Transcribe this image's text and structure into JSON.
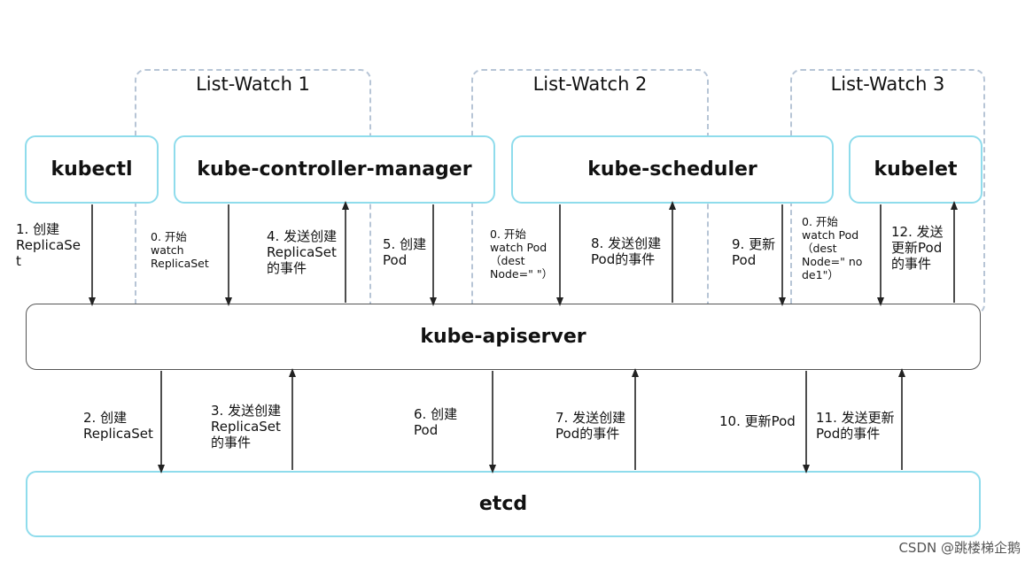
{
  "groups": [
    {
      "title": "List-Watch 1"
    },
    {
      "title": "List-Watch 2"
    },
    {
      "title": "List-Watch 3"
    }
  ],
  "components": {
    "kubectl": "kubectl",
    "controller_manager": "kube-controller-manager",
    "scheduler": "kube-scheduler",
    "kubelet": "kubelet",
    "apiserver": "kube-apiserver",
    "etcd": "etcd"
  },
  "top_labels": [
    "1. 创建\nReplicaSe\nt",
    "0. 开始\nwatch\nReplicaSet",
    "4. 发送创建\nReplicaSet\n的事件",
    "5. 创建\nPod",
    "0. 开始\nwatch Pod\n（dest\nNode=\" \"）",
    "8. 发送创建\nPod的事件",
    "9. 更新\nPod",
    "0. 开始\nwatch Pod\n（dest\nNode=\" no\nde1\"）",
    "12. 发送\n更新Pod\n的事件"
  ],
  "bottom_labels": [
    "2. 创建\nReplicaSet",
    "3. 发送创建\nReplicaSet\n的事件",
    "6. 创建\nPod",
    "7. 发送创建\nPod的事件",
    "10. 更新Pod",
    "11. 发送更新\nPod的事件"
  ],
  "credit": "CSDN @跳楼梯企鹅",
  "colors": {
    "box_border": "#8fdcec",
    "group_border": "#b7c5d6",
    "arrow": "#222222"
  }
}
